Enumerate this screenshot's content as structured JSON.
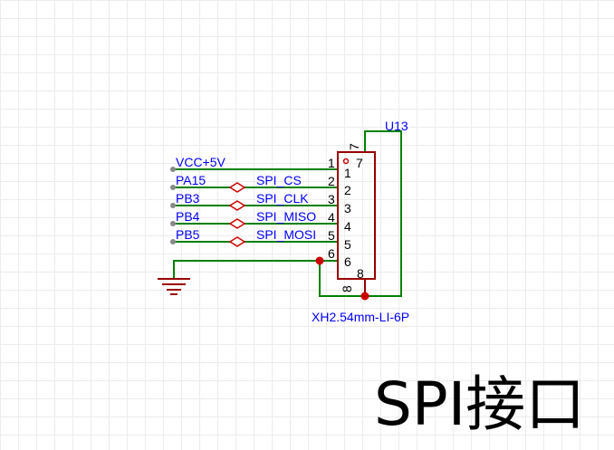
{
  "colors": {
    "wire": "#008000",
    "body": "#990000",
    "junction": "#cc0000",
    "label": "#0000ff",
    "pin_text": "#000000",
    "port_fill": "#ffffff",
    "grid": "#ececec",
    "endpoint": "#888888"
  },
  "title": "SPI接口",
  "component": {
    "ref": "U13",
    "value": "XH2.54mm-LI-6P",
    "pins_left": [
      "1",
      "2",
      "3",
      "4",
      "5",
      "6"
    ],
    "pins_inner": [
      "1",
      "2",
      "3",
      "4",
      "5",
      "6"
    ],
    "pin_top": "7",
    "pin_top_inner": "7",
    "pin_bottom": "8",
    "pin_bottom_inner": "8"
  },
  "nets": {
    "vcc": "VCC+5V",
    "pa15": "PA15",
    "pb3": "PB3",
    "pb4": "PB4",
    "pb5": "PB5"
  },
  "ports": {
    "cs": "SPI_CS",
    "clk": "SPI_CLK",
    "miso": "SPI_MISO",
    "mosi": "SPI_MOSI"
  },
  "icons": {
    "ground": "ground-symbol-icon",
    "port": "bidirectional-port-icon",
    "junction": "junction-dot-icon"
  }
}
